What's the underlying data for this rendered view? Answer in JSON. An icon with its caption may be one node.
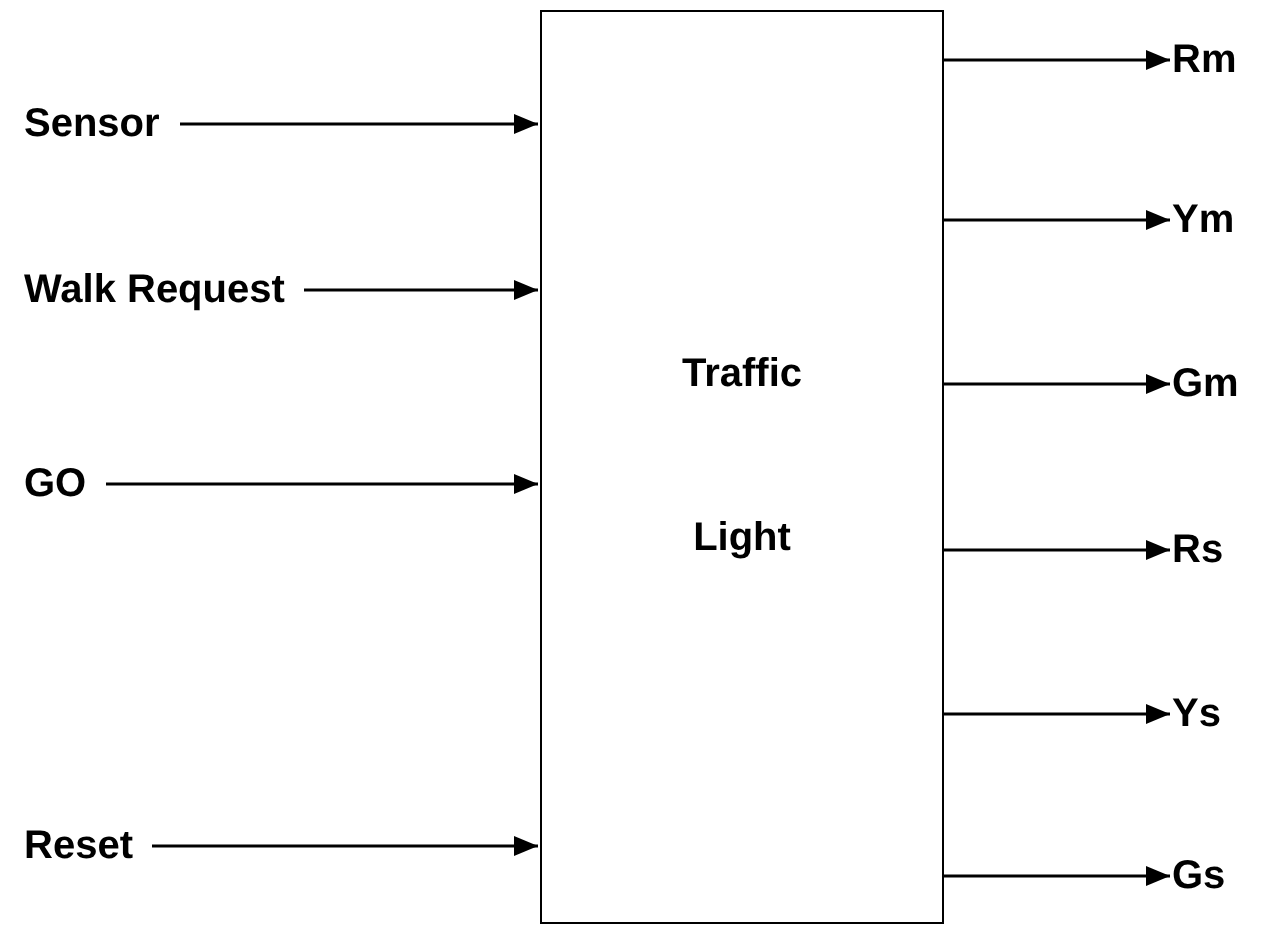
{
  "diagram": {
    "nodes": [
      {
        "text": [
          "Traffic Light"
        ]
      },
      {
        "text": [
          "Sensor"
        ]
      },
      {
        "text": [
          "Walk Request"
        ]
      },
      {
        "text": [
          "GO"
        ]
      },
      {
        "text": [
          "Reset"
        ]
      },
      {
        "text": [
          "Rm"
        ]
      },
      {
        "text": [
          "Ym"
        ]
      },
      {
        "text": [
          "Gm"
        ]
      },
      {
        "text": [
          "Rs"
        ]
      },
      {
        "text": [
          "Ys"
        ]
      },
      {
        "text": [
          "Gs"
        ]
      }
    ],
    "edges": [
      {
        "from": 1,
        "to": 0,
        "arrow": "to"
      },
      {
        "from": 2,
        "to": 0,
        "arrow": "to"
      },
      {
        "from": 3,
        "to": 0,
        "arrow": "to"
      },
      {
        "from": 4,
        "to": 0,
        "arrow": "to"
      },
      {
        "from": 0,
        "to": 5,
        "arrow": "to"
      },
      {
        "from": 0,
        "to": 6,
        "arrow": "to"
      },
      {
        "from": 0,
        "to": 7,
        "arrow": "to"
      },
      {
        "from": 0,
        "to": 8,
        "arrow": "to"
      },
      {
        "from": 0,
        "to": 9,
        "arrow": "to"
      },
      {
        "from": 0,
        "to": 10,
        "arrow": "to"
      }
    ]
  }
}
